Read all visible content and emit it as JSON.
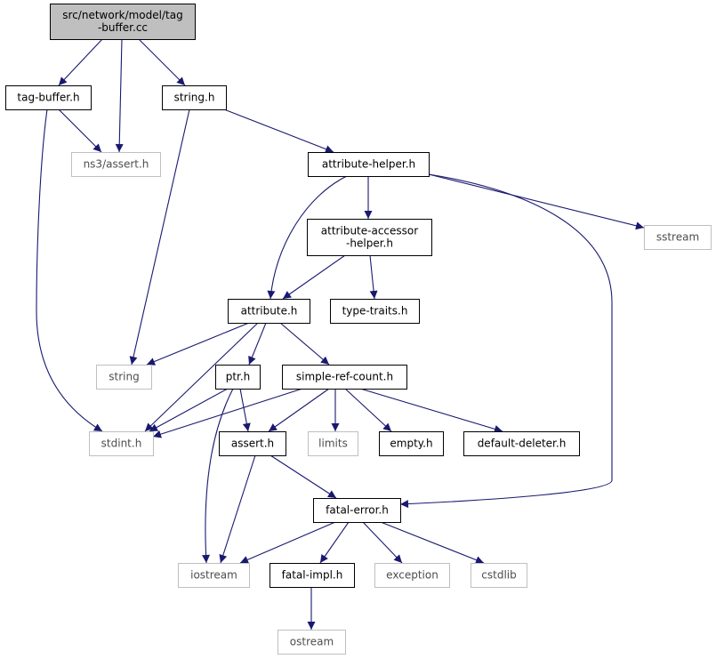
{
  "graph": {
    "colors": {
      "edge": "#191970",
      "root_fill": "#bfbfbf",
      "root_border": "#000000",
      "node_border": "#000000",
      "ext_border": "#bfbfbf",
      "node_fill": "#ffffff"
    },
    "nodes": [
      {
        "id": "tag-buffer-cc",
        "lines": [
          "src/network/model/tag",
          "-buffer.cc"
        ],
        "kind": "root"
      },
      {
        "id": "tag-buffer-h",
        "lines": [
          "tag-buffer.h"
        ],
        "kind": "doc"
      },
      {
        "id": "string-h",
        "lines": [
          "string.h"
        ],
        "kind": "doc"
      },
      {
        "id": "ns3-assert-h",
        "lines": [
          "ns3/assert.h"
        ],
        "kind": "ext"
      },
      {
        "id": "attribute-helper-h",
        "lines": [
          "attribute-helper.h"
        ],
        "kind": "doc"
      },
      {
        "id": "sstream",
        "lines": [
          "sstream"
        ],
        "kind": "ext"
      },
      {
        "id": "attribute-accessor-helper-h",
        "lines": [
          "attribute-accessor",
          "-helper.h"
        ],
        "kind": "doc"
      },
      {
        "id": "attribute-h",
        "lines": [
          "attribute.h"
        ],
        "kind": "doc"
      },
      {
        "id": "type-traits-h",
        "lines": [
          "type-traits.h"
        ],
        "kind": "doc"
      },
      {
        "id": "string",
        "lines": [
          "string"
        ],
        "kind": "ext"
      },
      {
        "id": "ptr-h",
        "lines": [
          "ptr.h"
        ],
        "kind": "doc"
      },
      {
        "id": "simple-ref-count-h",
        "lines": [
          "simple-ref-count.h"
        ],
        "kind": "doc"
      },
      {
        "id": "stdint-h",
        "lines": [
          "stdint.h"
        ],
        "kind": "ext"
      },
      {
        "id": "assert-h",
        "lines": [
          "assert.h"
        ],
        "kind": "doc"
      },
      {
        "id": "limits",
        "lines": [
          "limits"
        ],
        "kind": "ext"
      },
      {
        "id": "empty-h",
        "lines": [
          "empty.h"
        ],
        "kind": "doc"
      },
      {
        "id": "default-deleter-h",
        "lines": [
          "default-deleter.h"
        ],
        "kind": "doc"
      },
      {
        "id": "fatal-error-h",
        "lines": [
          "fatal-error.h"
        ],
        "kind": "doc"
      },
      {
        "id": "iostream",
        "lines": [
          "iostream"
        ],
        "kind": "ext"
      },
      {
        "id": "fatal-impl-h",
        "lines": [
          "fatal-impl.h"
        ],
        "kind": "doc"
      },
      {
        "id": "exception",
        "lines": [
          "exception"
        ],
        "kind": "ext"
      },
      {
        "id": "cstdlib",
        "lines": [
          "cstdlib"
        ],
        "kind": "ext"
      },
      {
        "id": "ostream",
        "lines": [
          "ostream"
        ],
        "kind": "ext"
      }
    ],
    "edges": [
      {
        "from": "tag-buffer-cc",
        "to": "tag-buffer-h"
      },
      {
        "from": "tag-buffer-cc",
        "to": "ns3-assert-h"
      },
      {
        "from": "tag-buffer-cc",
        "to": "string-h"
      },
      {
        "from": "tag-buffer-h",
        "to": "ns3-assert-h"
      },
      {
        "from": "tag-buffer-h",
        "to": "stdint-h"
      },
      {
        "from": "string-h",
        "to": "attribute-helper-h"
      },
      {
        "from": "string-h",
        "to": "string"
      },
      {
        "from": "attribute-helper-h",
        "to": "attribute-accessor-helper-h"
      },
      {
        "from": "attribute-helper-h",
        "to": "attribute-h"
      },
      {
        "from": "attribute-helper-h",
        "to": "sstream"
      },
      {
        "from": "attribute-helper-h",
        "to": "fatal-error-h"
      },
      {
        "from": "attribute-accessor-helper-h",
        "to": "attribute-h"
      },
      {
        "from": "attribute-accessor-helper-h",
        "to": "type-traits-h"
      },
      {
        "from": "attribute-h",
        "to": "string"
      },
      {
        "from": "attribute-h",
        "to": "stdint-h"
      },
      {
        "from": "attribute-h",
        "to": "ptr-h"
      },
      {
        "from": "attribute-h",
        "to": "simple-ref-count-h"
      },
      {
        "from": "ptr-h",
        "to": "stdint-h"
      },
      {
        "from": "ptr-h",
        "to": "assert-h"
      },
      {
        "from": "ptr-h",
        "to": "iostream"
      },
      {
        "from": "simple-ref-count-h",
        "to": "stdint-h"
      },
      {
        "from": "simple-ref-count-h",
        "to": "assert-h"
      },
      {
        "from": "simple-ref-count-h",
        "to": "limits"
      },
      {
        "from": "simple-ref-count-h",
        "to": "empty-h"
      },
      {
        "from": "simple-ref-count-h",
        "to": "default-deleter-h"
      },
      {
        "from": "assert-h",
        "to": "fatal-error-h"
      },
      {
        "from": "assert-h",
        "to": "iostream"
      },
      {
        "from": "fatal-error-h",
        "to": "iostream"
      },
      {
        "from": "fatal-error-h",
        "to": "fatal-impl-h"
      },
      {
        "from": "fatal-error-h",
        "to": "exception"
      },
      {
        "from": "fatal-error-h",
        "to": "cstdlib"
      },
      {
        "from": "fatal-impl-h",
        "to": "ostream"
      }
    ]
  }
}
